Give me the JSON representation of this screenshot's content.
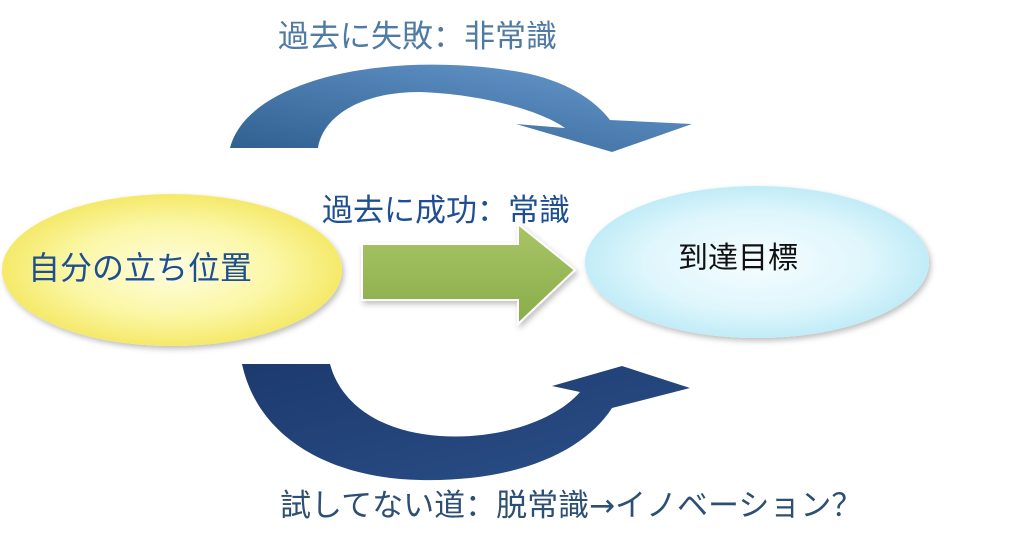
{
  "labels": {
    "top_arrow": "過去に失敗：非常識",
    "middle_arrow": "過去に成功：常識",
    "bottom_arrow": "試してない道：脱常識→イノベーション？",
    "start": "自分の立ち位置",
    "goal": "到達目標"
  },
  "colors": {
    "start_ellipse": "#fbf79a",
    "goal_ellipse": "#d6f4fb",
    "middle_arrow": "#9bbb59",
    "top_arrow": "#4f81bd",
    "bottom_arrow": "#1f3e74"
  }
}
